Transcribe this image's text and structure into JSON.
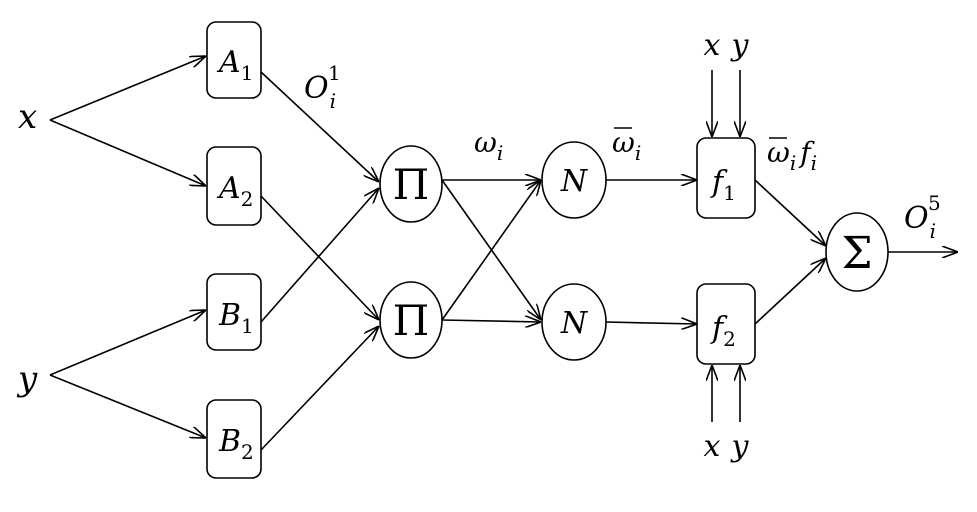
{
  "inputs": {
    "x": "x",
    "y": "y"
  },
  "layer1": {
    "a1": {
      "main": "A",
      "sub": "1"
    },
    "a2": {
      "main": "A",
      "sub": "2"
    },
    "b1": {
      "main": "B",
      "sub": "1"
    },
    "b2": {
      "main": "B",
      "sub": "2"
    }
  },
  "layer2": {
    "product_symbol": "Π"
  },
  "layer3": {
    "norm_symbol": "N"
  },
  "layer4": {
    "f1": {
      "main": "f",
      "sub": "1"
    },
    "f2": {
      "main": "f",
      "sub": "2"
    },
    "top_inputs": [
      "x",
      "y"
    ],
    "bottom_inputs": [
      "x",
      "y"
    ]
  },
  "layer5": {
    "sum_symbol": "Σ"
  },
  "labels": {
    "o1": {
      "main": "O",
      "sub": "i",
      "sup": "1"
    },
    "omega": {
      "main": "ω",
      "sub": "i"
    },
    "omega_bar": {
      "main": "ω",
      "sub": "i"
    },
    "omega_bar_f": {
      "main": "ω",
      "sub": "i",
      "f": "f",
      "fsub": "i"
    },
    "o5": {
      "main": "O",
      "sub": "i",
      "sup": "5"
    }
  }
}
